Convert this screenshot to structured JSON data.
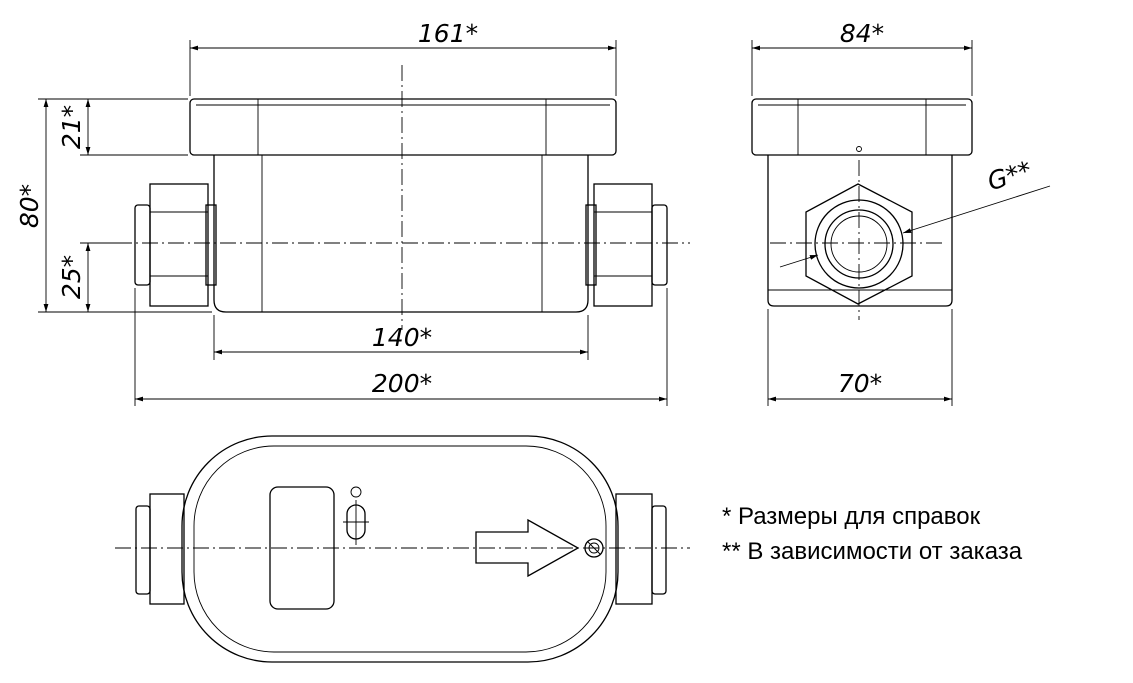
{
  "dimensions": {
    "top_width": "161*",
    "side_width": "84*",
    "total_height": "80*",
    "lid_height": "21*",
    "pipe_height": "25*",
    "body_length": "140*",
    "total_length": "200*",
    "base_width": "70*",
    "thread": "G**"
  },
  "notes": [
    "* Размеры для справок",
    "** В зависимости от заказа"
  ]
}
